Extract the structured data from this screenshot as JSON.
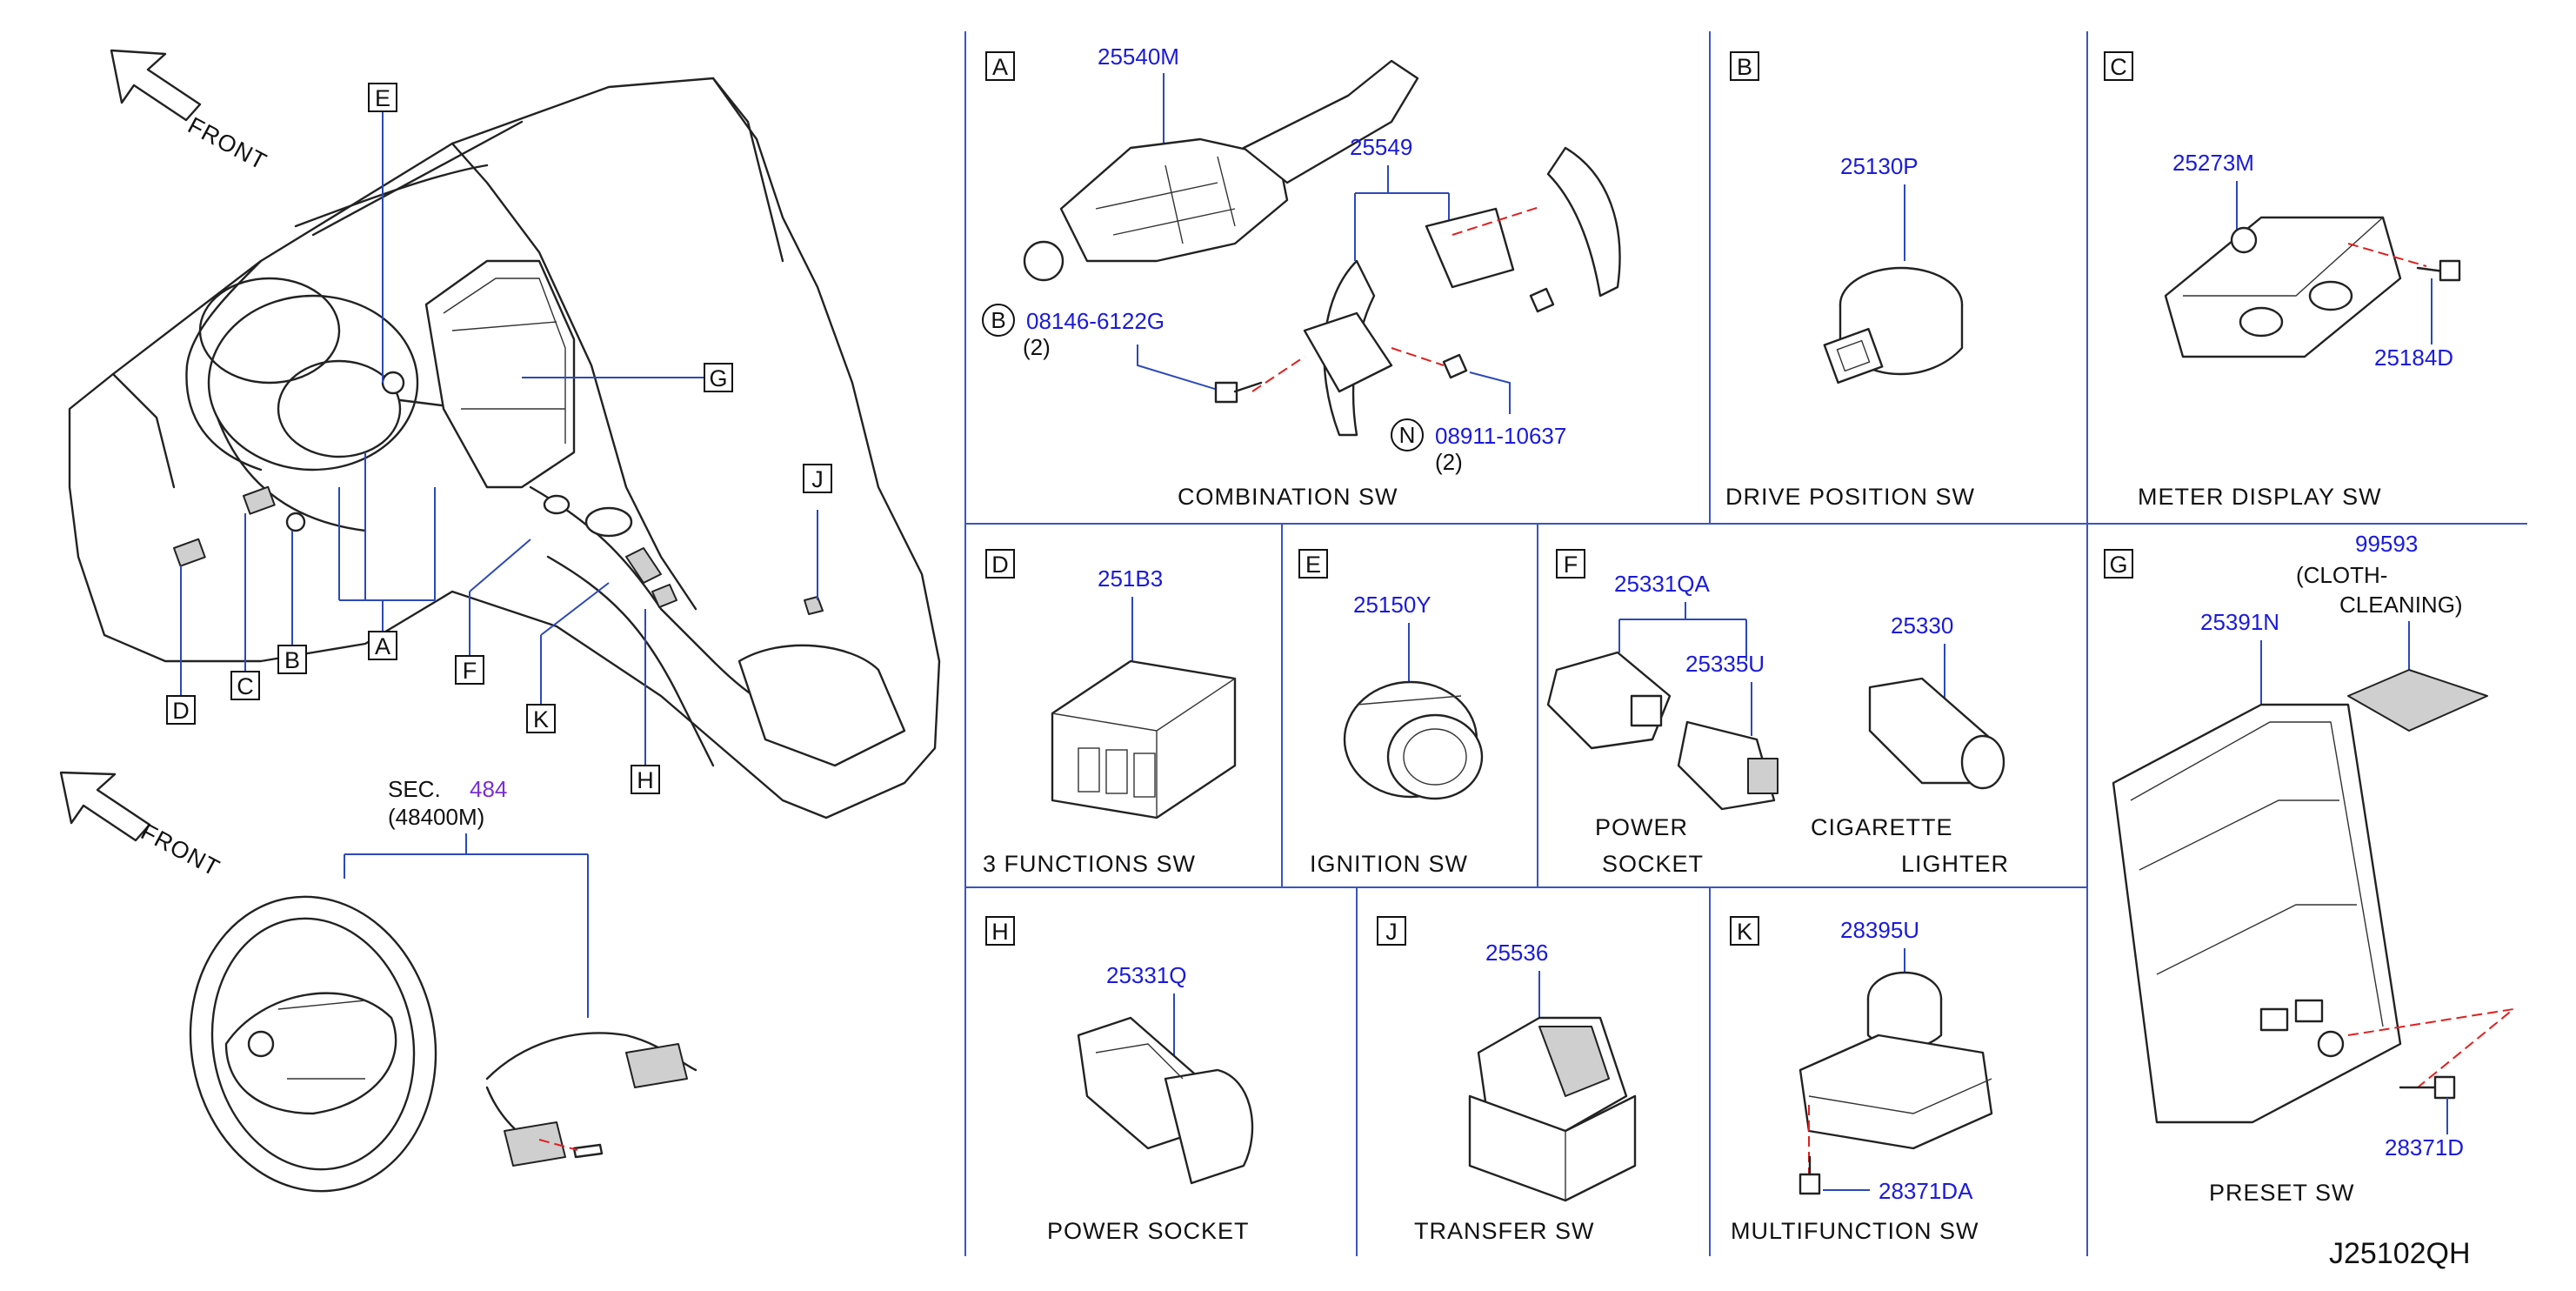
{
  "overview": {
    "front_label_top": "FRONT",
    "front_label_bottom": "FRONT",
    "callouts": [
      "A",
      "B",
      "C",
      "D",
      "E",
      "F",
      "G",
      "H",
      "J",
      "K"
    ],
    "sec_label": "SEC.",
    "sec_number": "484",
    "sec_part": "(48400M)"
  },
  "panels": {
    "A": {
      "letter": "A",
      "title": "COMBINATION   SW",
      "parts": [
        "25540M",
        "25549"
      ],
      "bolt_code": "B",
      "bolt_part": "08146-6122G",
      "bolt_qty": "(2)",
      "nut_code": "N",
      "nut_part": "08911-10637",
      "nut_qty": "(2)"
    },
    "B": {
      "letter": "B",
      "title": "DRIVE   POSITION   SW",
      "part": "25130P"
    },
    "C": {
      "letter": "C",
      "title": "METER   DISPLAY   SW",
      "part": "25273M",
      "screw": "25184D"
    },
    "D": {
      "letter": "D",
      "title": "3   FUNCTIONS   SW",
      "part": "251B3"
    },
    "E": {
      "letter": "E",
      "title": "IGNITION   SW",
      "part": "25150Y"
    },
    "F": {
      "letter": "F",
      "part_main": "25331QA",
      "part_sub": "25335U",
      "part_lighter": "25330",
      "title_left_1": "POWER",
      "title_left_2": "SOCKET",
      "title_right_1": "CIGARETTE",
      "title_right_2": "LIGHTER"
    },
    "G": {
      "letter": "G",
      "title": "PRESET   SW",
      "part": "25391N",
      "cloth_part": "99593",
      "cloth_note_1": "(CLOTH-",
      "cloth_note_2": "CLEANING)",
      "screw": "28371D"
    },
    "H": {
      "letter": "H",
      "title": "POWER   SOCKET",
      "part": "25331Q"
    },
    "J": {
      "letter": "J",
      "title": "TRANSFER   SW",
      "part": "25536"
    },
    "K": {
      "letter": "K",
      "title": "MULTIFUNCTION   SW",
      "part": "28395U",
      "screw": "28371DA"
    }
  },
  "diagram_code": "J25102QH",
  "colors": {
    "part_number": "#1a1adb",
    "section_ref": "#7b2fd4",
    "frame": "#3a55c0",
    "dash": "#e02020"
  }
}
